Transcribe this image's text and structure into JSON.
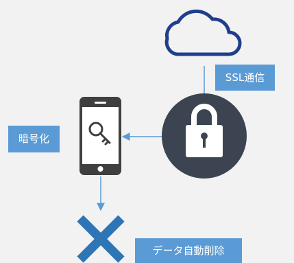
{
  "labels": {
    "ssl": "SSL通信",
    "encrypt": "暗号化",
    "delete": "データ自動削除"
  },
  "icons": {
    "cloud": "cloud-icon",
    "lock": "lock-icon",
    "phone": "smartphone-icon",
    "key": "key-icon",
    "delete": "x-mark-icon"
  },
  "colors": {
    "background": "#f2f2f2",
    "cloud_outline": "#1f3e8c",
    "lock_circle": "#3b4450",
    "accent_blue": "#5b9bd5",
    "x_mark": "#2e75b6",
    "phone_body": "#3f3f3f"
  }
}
